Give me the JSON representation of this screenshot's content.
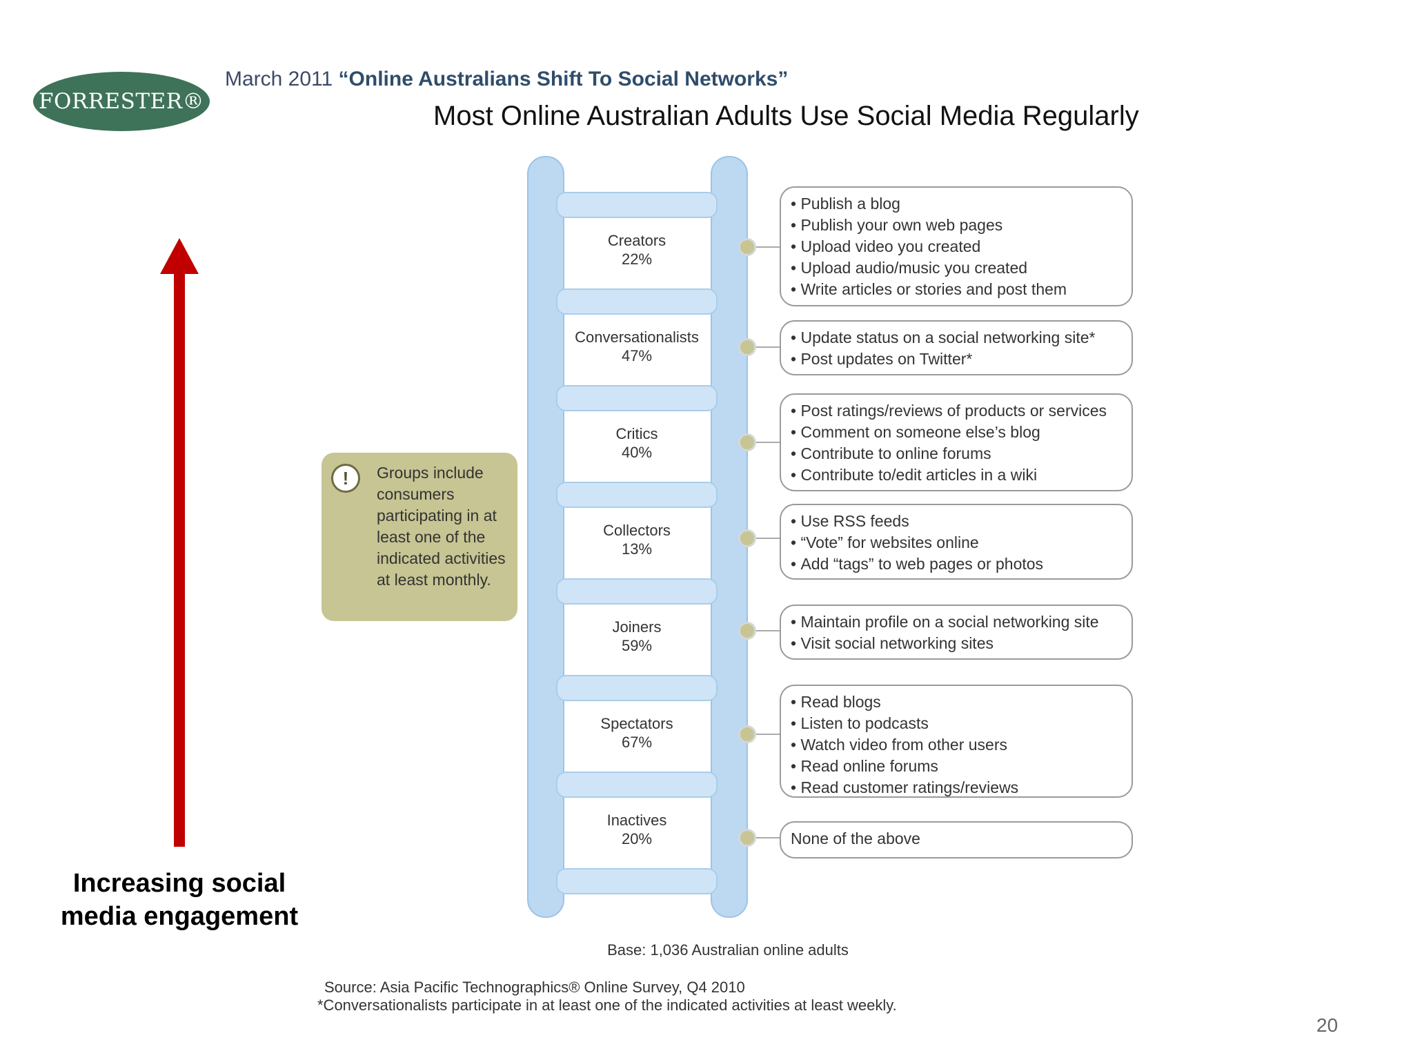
{
  "logo": {
    "text": "FORRESTER®"
  },
  "header": {
    "date": "March 2011",
    "report_title": "“Online Australians Shift To Social Networks”",
    "title": "Most Online Australian Adults Use Social Media Regularly"
  },
  "engagement": {
    "label_line1": "Increasing social",
    "label_line2": "media engagement"
  },
  "note": {
    "icon": "exclamation-icon",
    "icon_glyph": "!",
    "text": "Groups include consumers participating in at least one of the indicated activities at least monthly."
  },
  "groups": [
    {
      "name": "Creators",
      "pct": "22%",
      "activities": [
        "Publish a blog",
        "Publish your own web pages",
        "Upload video you created",
        "Upload audio/music you created",
        "Write articles or stories and post them"
      ]
    },
    {
      "name": "Conversationalists",
      "pct": "47%",
      "activities": [
        "Update status on a social networking site*",
        "Post updates on Twitter*"
      ]
    },
    {
      "name": "Critics",
      "pct": "40%",
      "activities": [
        "Post ratings/reviews of products or services",
        "Comment on someone else’s blog",
        "Contribute to online forums",
        "Contribute to/edit articles in a wiki"
      ]
    },
    {
      "name": "Collectors",
      "pct": "13%",
      "activities": [
        "Use RSS feeds",
        "“Vote” for websites online",
        "Add “tags” to web pages or photos"
      ]
    },
    {
      "name": "Joiners",
      "pct": "59%",
      "activities": [
        "Maintain profile on a social networking site",
        "Visit social networking sites"
      ]
    },
    {
      "name": "Spectators",
      "pct": "67%",
      "activities": [
        "Read blogs",
        "Listen to podcasts",
        "Watch video from other users",
        "Read online forums",
        "Read customer ratings/reviews"
      ]
    },
    {
      "name": "Inactives",
      "pct": "20%",
      "activities": [],
      "plain_text": "None of the above"
    }
  ],
  "footer": {
    "base": "Base: 1,036 Australian online adults",
    "source": "Source: Asia Pacific Technographics® Online Survey, Q4 2010",
    "footnote": "*Conversationalists participate in at least one of the indicated activities at least weekly.",
    "page_number": "20"
  },
  "colors": {
    "arrow": "#c00000",
    "ladder_rail": "#bcd9f1",
    "note_bg": "#c6c593",
    "logo_bg": "#3e7259",
    "report_title": "#2f4d6a"
  }
}
